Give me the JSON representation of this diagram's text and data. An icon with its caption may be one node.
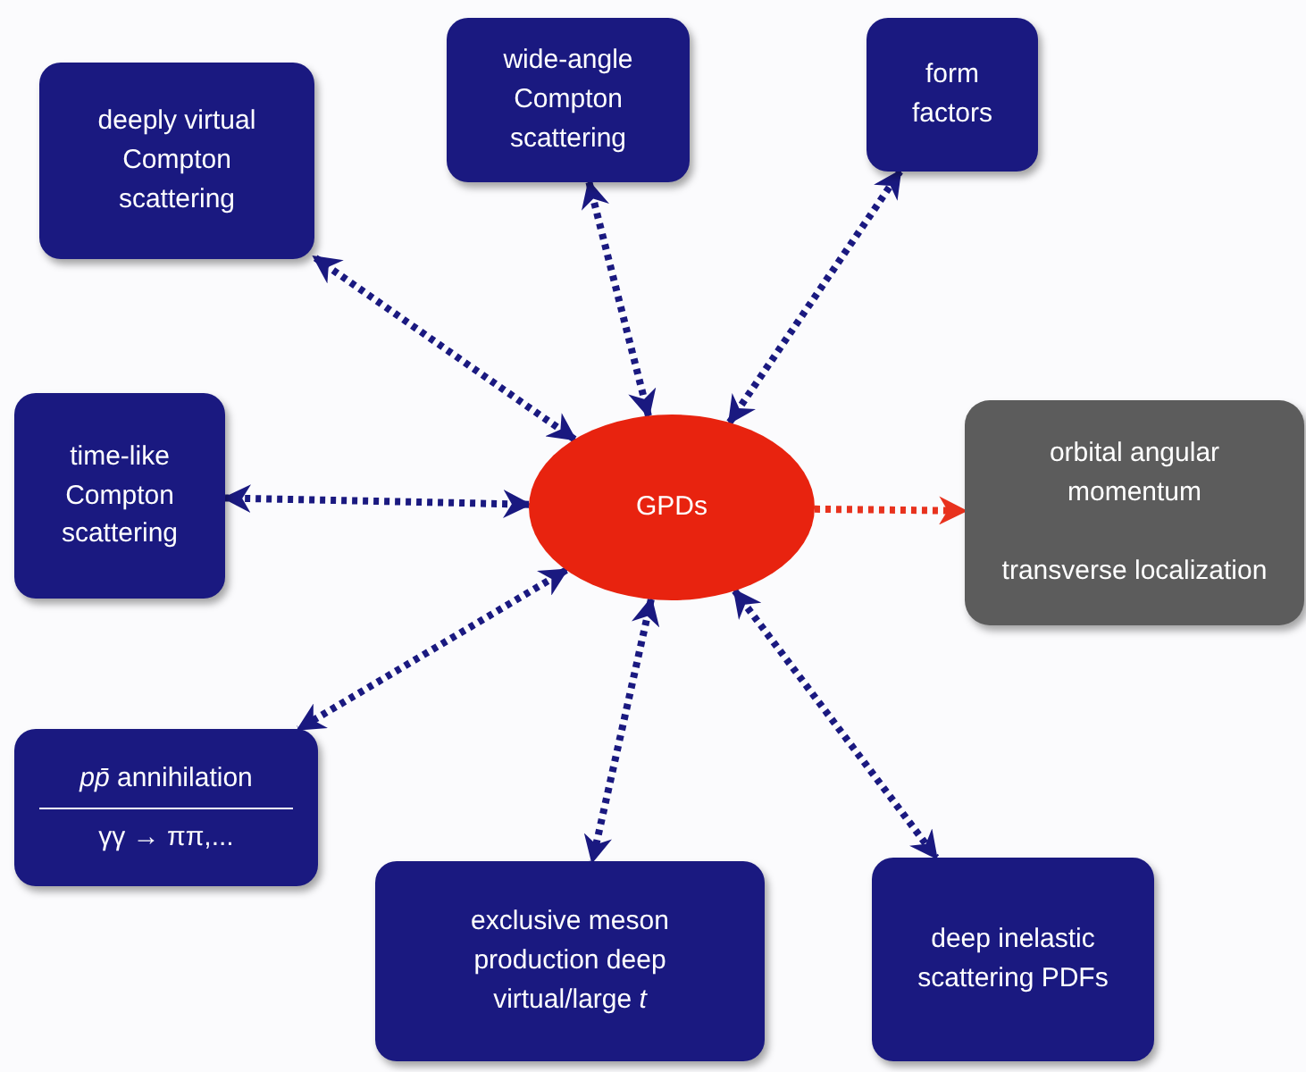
{
  "diagram": {
    "nodes": [
      {
        "text": [
          "deeply virtual Compton scattering"
        ]
      },
      {
        "text": [
          "wide-angle Compton scattering"
        ]
      },
      {
        "text": [
          "form factors"
        ]
      },
      {
        "text": [
          "time-like Compton scattering"
        ]
      },
      {
        "text": [
          "GPDs"
        ]
      },
      {
        "text": [
          "orbital angular momentum",
          "transverse localization"
        ]
      },
      {
        "text": [
          "*pp̄* annihilation",
          "γγ → ππ,..."
        ]
      },
      {
        "text": [
          "exclusive meson production deep virtual/large *t*"
        ]
      },
      {
        "text": [
          "deep inelastic scattering PDFs"
        ]
      }
    ],
    "edges": [
      {
        "from": 4,
        "to": 0,
        "arrow": "both",
        "style": "dashed"
      },
      {
        "from": 4,
        "to": 1,
        "arrow": "both",
        "style": "dashed"
      },
      {
        "from": 4,
        "to": 2,
        "arrow": "both",
        "style": "dashed"
      },
      {
        "from": 4,
        "to": 3,
        "arrow": "both",
        "style": "dashed"
      },
      {
        "from": 4,
        "to": 5,
        "arrow": "to",
        "style": "dashed",
        "color": "#e8321e"
      },
      {
        "from": 4,
        "to": 6,
        "arrow": "both",
        "style": "dashed"
      },
      {
        "from": 4,
        "to": 7,
        "arrow": "both",
        "style": "dashed"
      },
      {
        "from": 4,
        "to": 8,
        "arrow": "both",
        "style": "dashed"
      }
    ]
  }
}
